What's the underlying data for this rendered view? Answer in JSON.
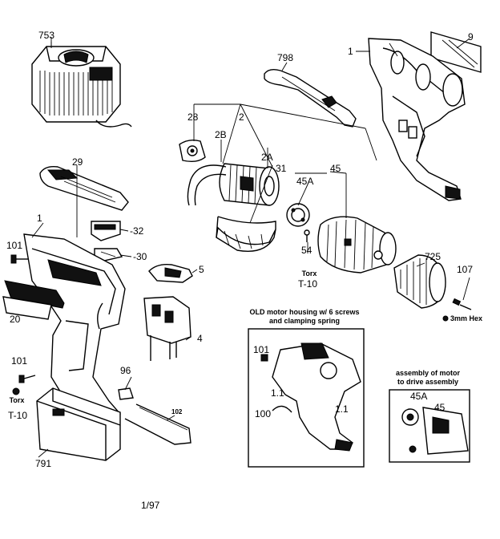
{
  "labels": {
    "p753": "753",
    "p9": "9",
    "p1_top": "1",
    "p798": "798",
    "p28": "28",
    "p2": "2",
    "p2B": "2B",
    "p2A": "2A",
    "p31": "31",
    "p45A": "45A",
    "p45": "45",
    "p29": "29",
    "p32": "-32",
    "p30": "-30",
    "p5": "5",
    "p1_left": "1",
    "p101_a": "101",
    "p20": "20",
    "p54": "54",
    "p725": "725",
    "p107": "107",
    "p4": "4",
    "p101_b": "101",
    "p96": "96",
    "p102": "102",
    "p791": "791",
    "p101_c": "101",
    "p11_a": "1.1",
    "p11_b": "1.1",
    "p100": "100",
    "p45A_b": "45A",
    "p45_b": "45"
  },
  "notes": {
    "torx_a_word": "Torx",
    "torx_a_size": "T-10",
    "torx_b_word": "Torx",
    "torx_b_size": "T-10",
    "hex": "3mm Hex",
    "old_housing_line1": "OLD motor housing w/ 6 screws",
    "old_housing_line2": "and clamping spring",
    "assembly_line1": "assembly of motor",
    "assembly_line2": "to drive assembly",
    "date": "1/97"
  }
}
